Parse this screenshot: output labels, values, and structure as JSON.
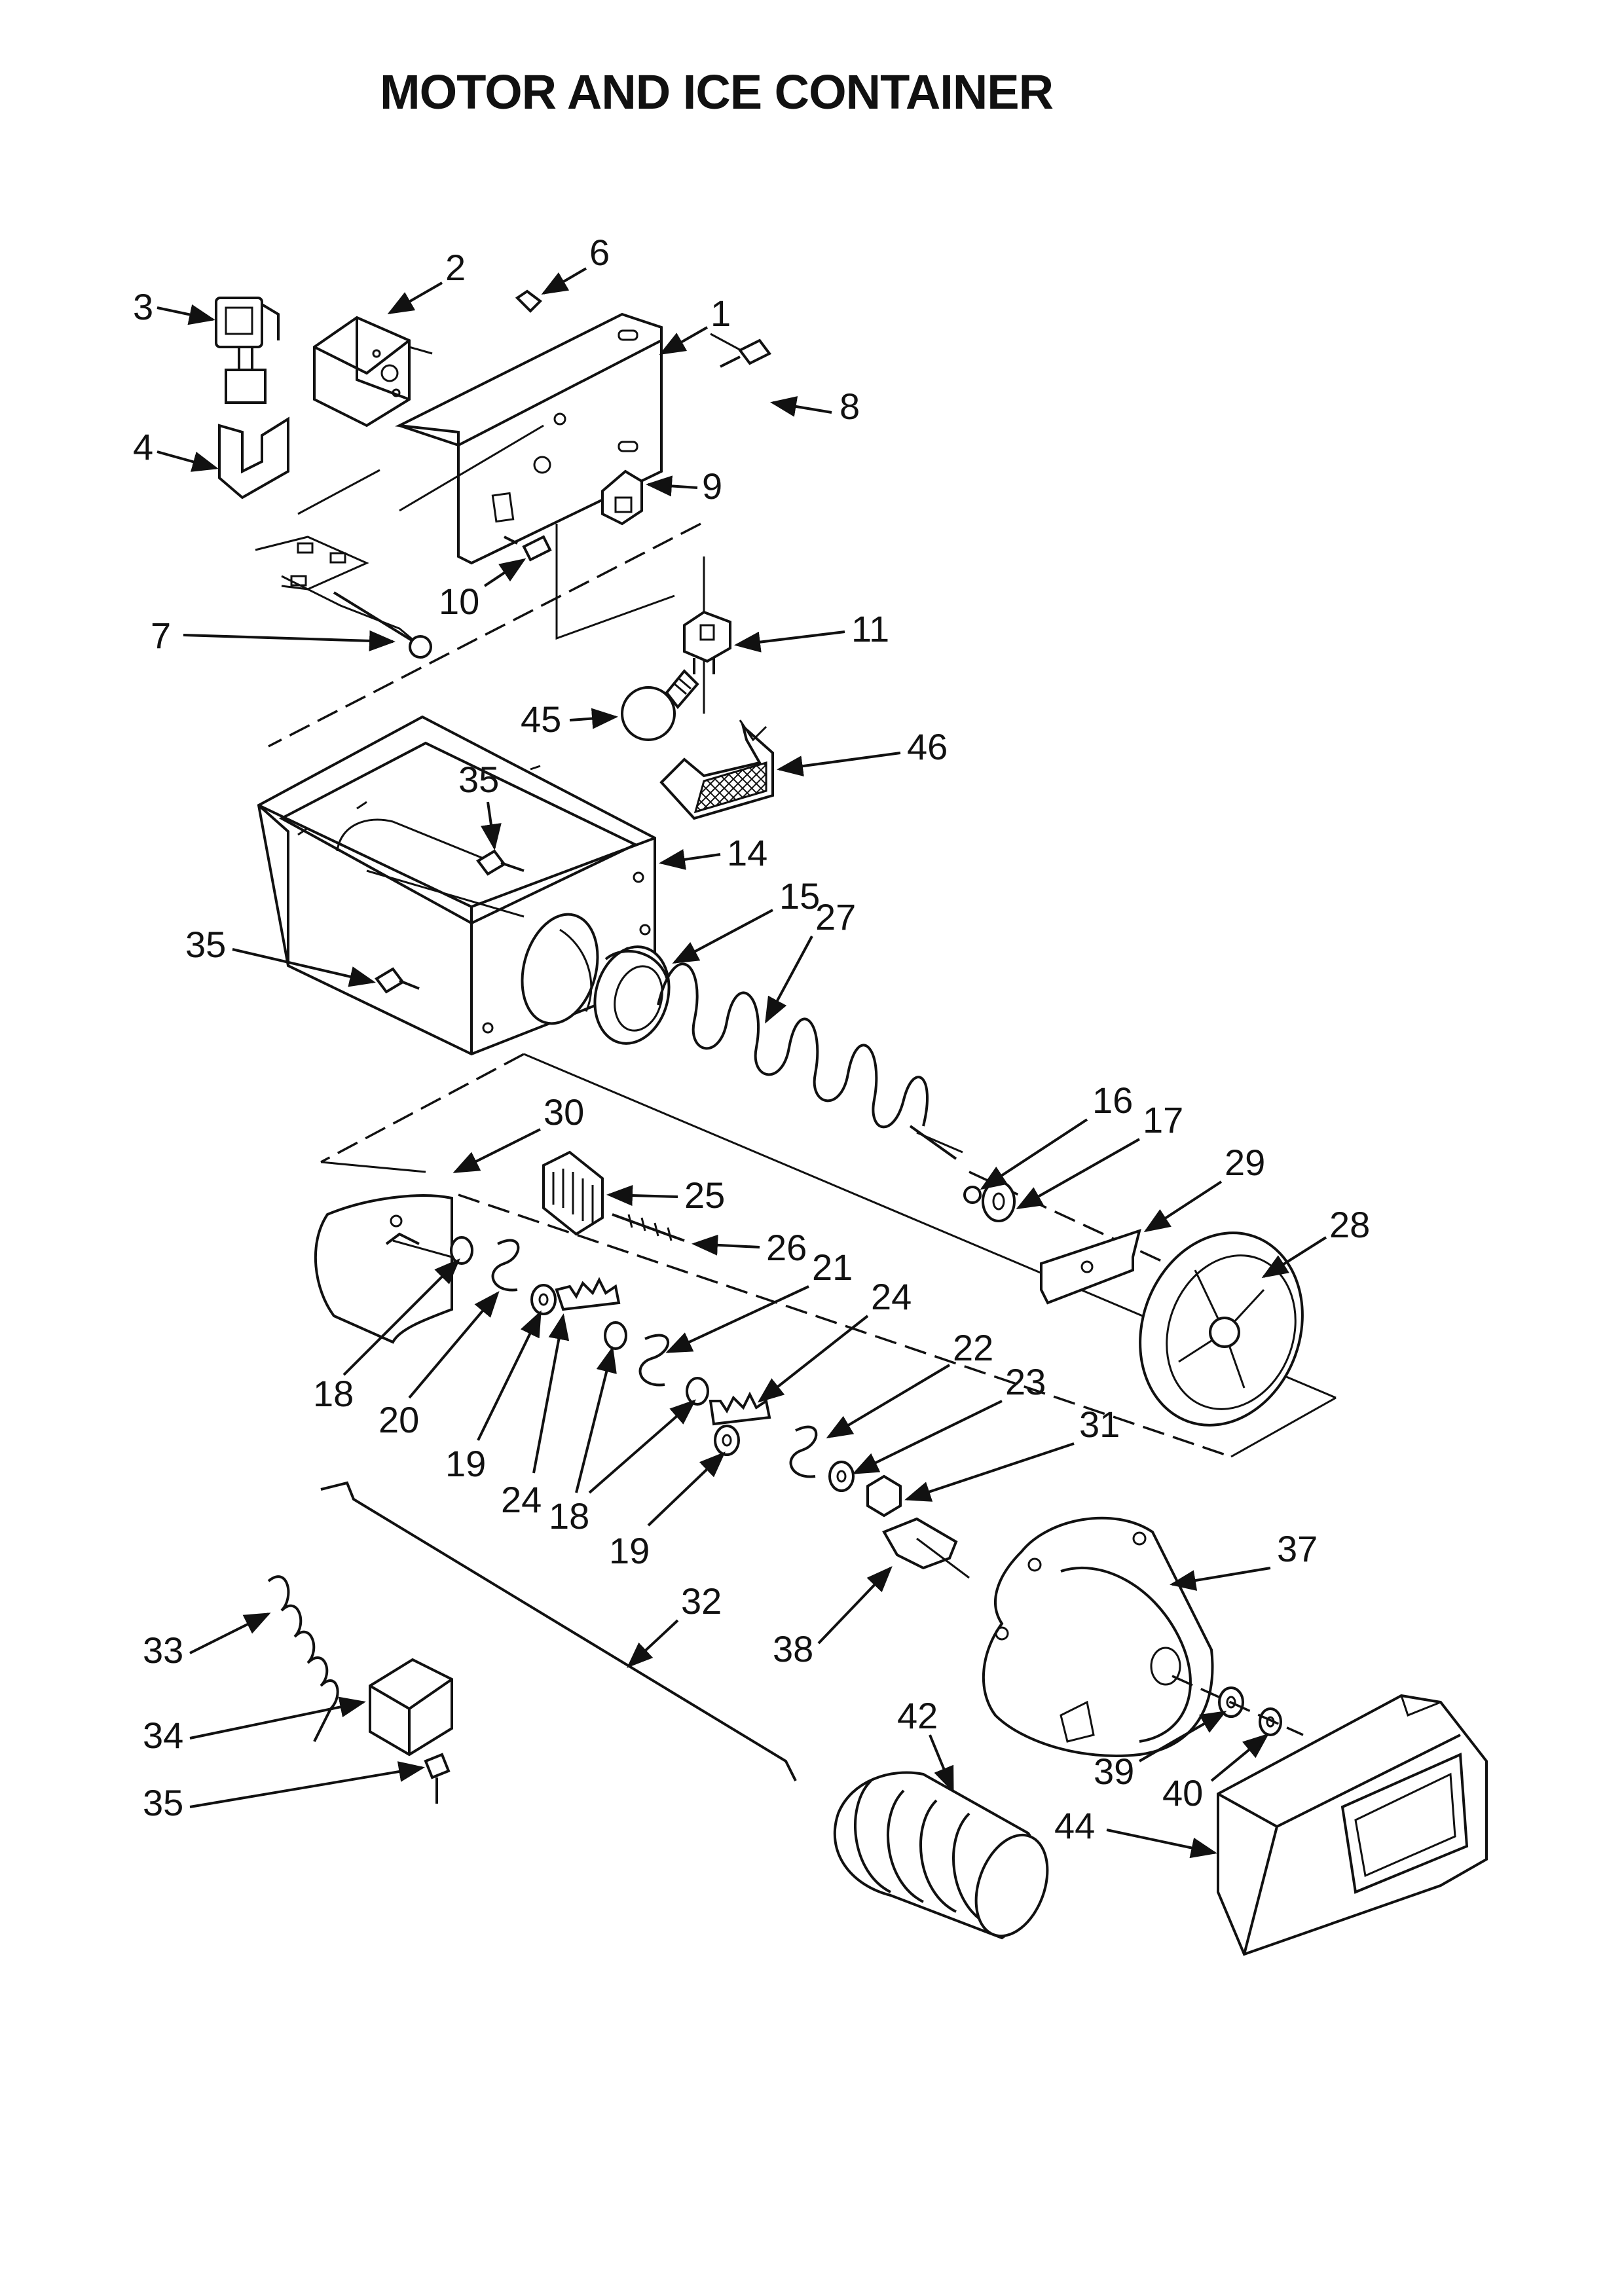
{
  "title": "MOTOR AND ICE CONTAINER",
  "callouts": [
    "1",
    "2",
    "3",
    "4",
    "6",
    "7",
    "8",
    "9",
    "10",
    "11",
    "14",
    "15",
    "16",
    "17",
    "18",
    "19",
    "20",
    "21",
    "22",
    "23",
    "24",
    "25",
    "26",
    "27",
    "28",
    "29",
    "30",
    "31",
    "32",
    "33",
    "34",
    "35",
    "37",
    "38",
    "39",
    "40",
    "42",
    "44",
    "45",
    "46"
  ]
}
